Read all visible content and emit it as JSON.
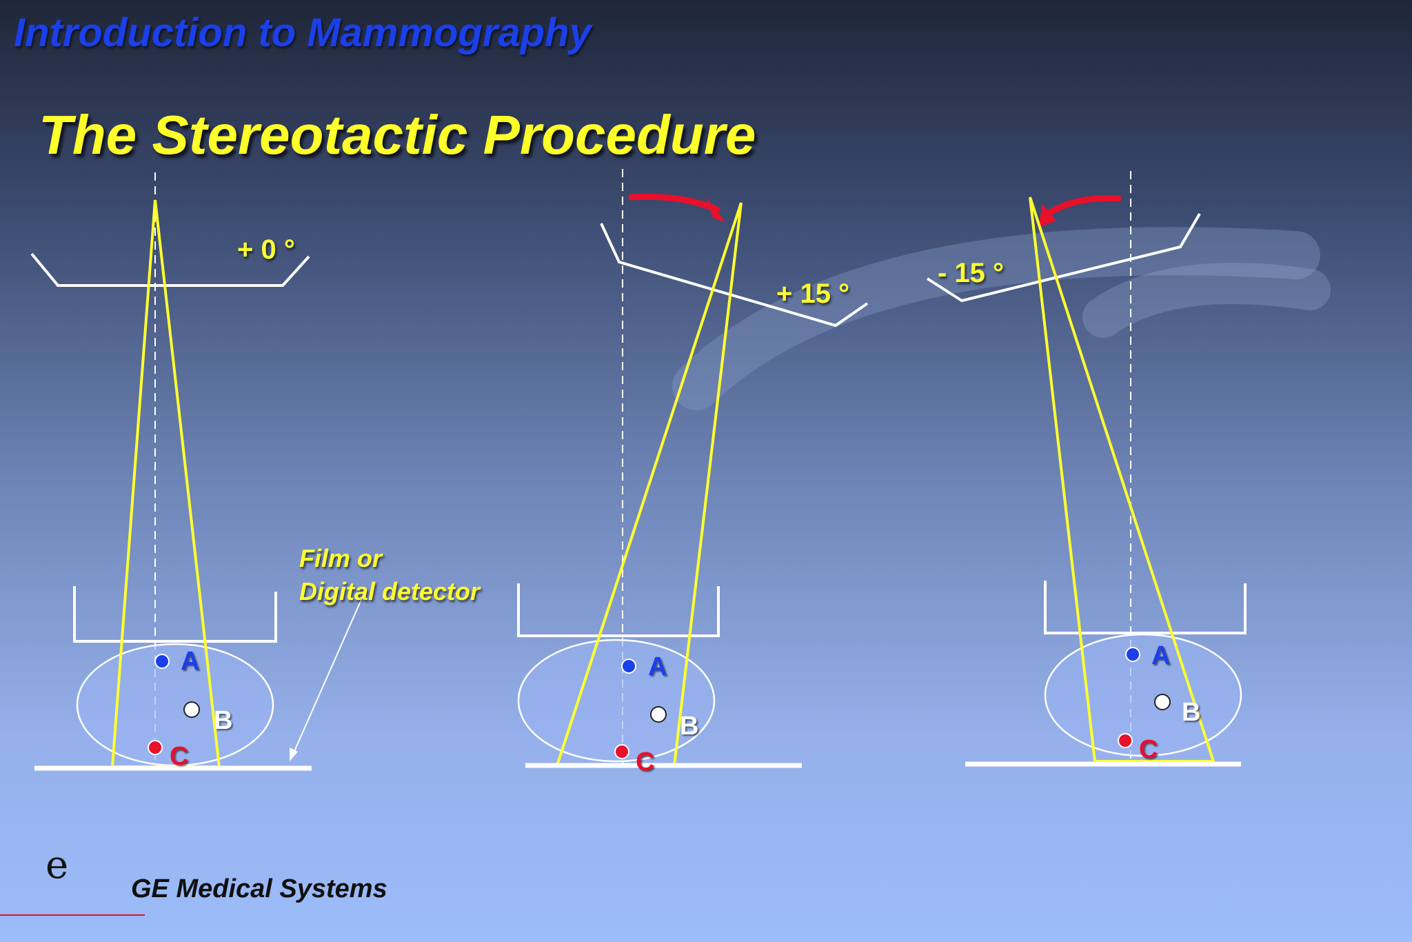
{
  "header": {
    "title": "Introduction to Mammography"
  },
  "slide": {
    "title": "The Stereotactic Procedure"
  },
  "detector_label": {
    "line1": "Film or",
    "line2": "Digital detector"
  },
  "views": [
    {
      "angle_label": "+ 0 °",
      "points": {
        "a": "A",
        "b": "B",
        "c": "C"
      }
    },
    {
      "angle_label": "+ 15 °",
      "points": {
        "a": "A",
        "b": "B",
        "c": "C"
      }
    },
    {
      "angle_label": "- 15 °",
      "points": {
        "a": "A",
        "b": "B",
        "c": "C"
      }
    }
  ],
  "footer": {
    "logo": "e",
    "company": "GE Medical Systems"
  },
  "colors": {
    "beam": "#ffff30",
    "rotation_arrow": "#e8102a",
    "point_a": "#1b3fe8",
    "point_b": "#ffffff",
    "point_c": "#e8102a"
  }
}
